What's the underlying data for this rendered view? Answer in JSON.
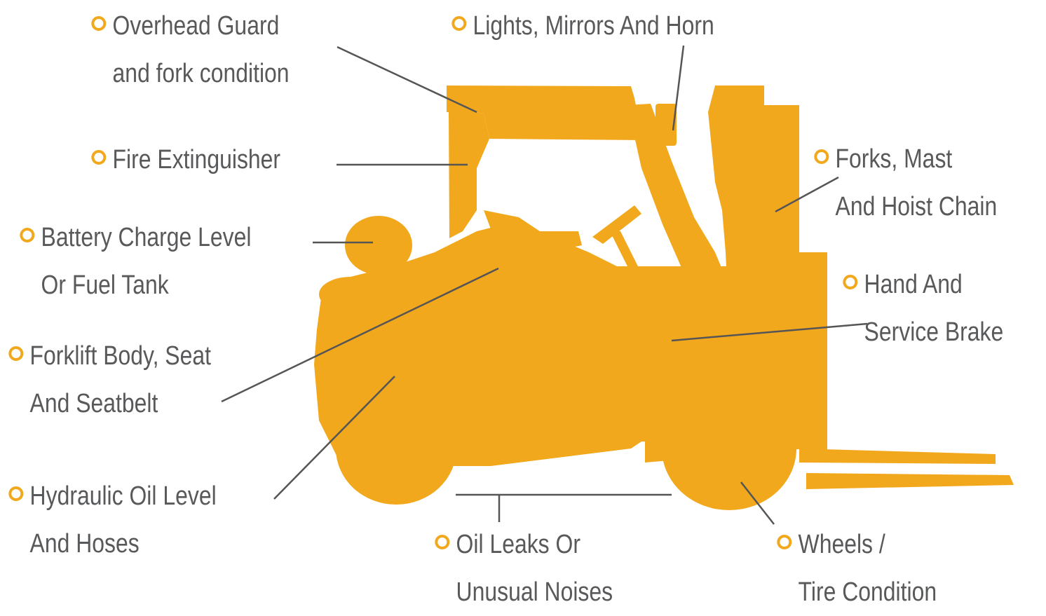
{
  "colors": {
    "accent": "#f2a81d",
    "text": "#58595b",
    "leader": "#555555"
  },
  "icon": "forklift-silhouette",
  "labels": {
    "overhead_guard": [
      "Overhead Guard",
      "and fork condition"
    ],
    "lights": [
      "Lights, Mirrors And Horn"
    ],
    "fire_extinguisher": [
      "Fire Extinguisher"
    ],
    "forks_mast": [
      "Forks, Mast",
      "And Hoist Chain"
    ],
    "battery": [
      "Battery Charge Level",
      "Or Fuel Tank"
    ],
    "brake": [
      "Hand And",
      "Service Brake"
    ],
    "body_seat": [
      "Forklift Body, Seat",
      "And Seatbelt"
    ],
    "hydraulic": [
      "Hydraulic Oil Level",
      "And Hoses"
    ],
    "oil_leaks": [
      "Oil Leaks Or",
      "Unusual Noises"
    ],
    "wheels": [
      "Wheels /",
      "Tire Condition"
    ]
  }
}
